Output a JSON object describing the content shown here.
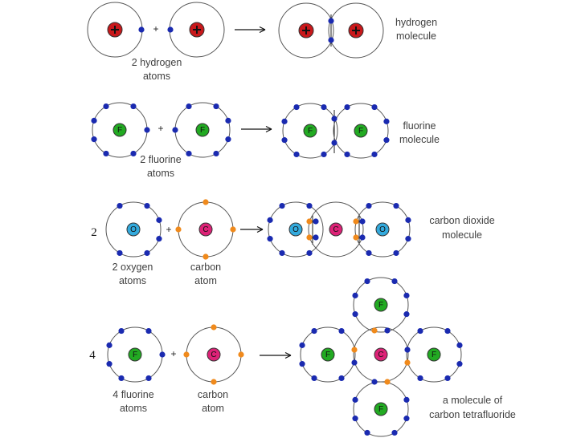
{
  "colors": {
    "hydrogen_nucleus": "#c8181b",
    "fluorine_nucleus": "#22aa22",
    "oxygen_nucleus": "#33aadd",
    "carbon_nucleus": "#dd2277",
    "electron_blue": "#1a2ab0",
    "electron_orange": "#f08a1c"
  },
  "icons": {
    "proton": "plus-sign"
  },
  "rows": {
    "hydrogen": {
      "reactant_caption": [
        "2 hydrogen",
        "atoms"
      ],
      "product_caption": [
        "hydrogen",
        "molecule"
      ],
      "plus": "+"
    },
    "fluorine": {
      "nucleus_label": "F",
      "reactant_caption": [
        "2 fluorine",
        "atoms"
      ],
      "product_caption": [
        "fluorine",
        "molecule"
      ],
      "plus": "+"
    },
    "carbon_dioxide": {
      "coefficient": "2",
      "oxygen_label": "O",
      "carbon_label": "C",
      "oxygen_caption": [
        "2 oxygen",
        "atoms"
      ],
      "carbon_caption": [
        "carbon",
        "atom"
      ],
      "product_caption": [
        "carbon dioxide",
        "molecule"
      ],
      "plus": "+"
    },
    "carbon_tetrafluoride": {
      "coefficient": "4",
      "fluorine_label": "F",
      "carbon_label": "C",
      "fluorine_caption": [
        "4 fluorine",
        "atoms"
      ],
      "carbon_caption": [
        "carbon",
        "atom"
      ],
      "product_caption": [
        "a molecule of",
        "carbon tetrafluoride"
      ],
      "plus": "+"
    }
  }
}
